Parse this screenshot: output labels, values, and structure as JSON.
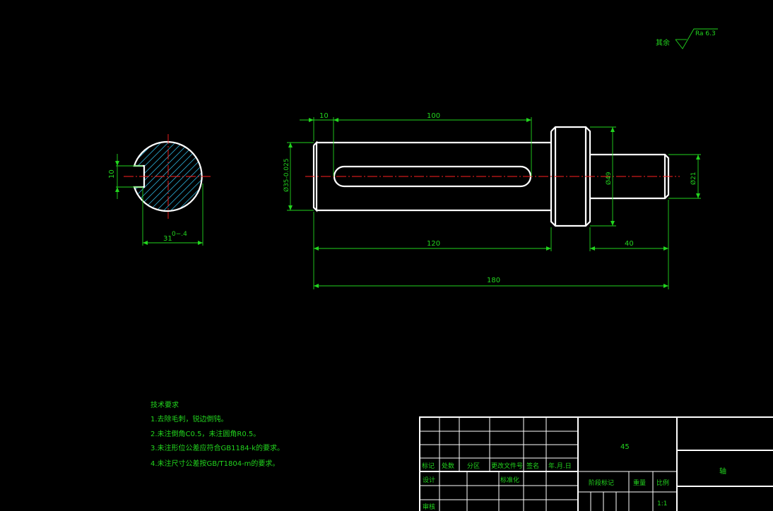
{
  "roughness": {
    "label": "其余",
    "value": "Ra 6.3"
  },
  "section_view": {
    "dim_keyway_depth": "10",
    "dim_width_main": "31",
    "dim_width_tol": "0−.4"
  },
  "shaft_view": {
    "dim_left_offset": "10",
    "dim_keyway_length": "100",
    "dim_dia_main": "Ø35-0.025",
    "dim_dia_collar": "Ø49",
    "dim_dia_small": "Ø21",
    "dim_main_length": "120",
    "dim_small_length": "40",
    "dim_total_length": "180"
  },
  "tech_requirements": {
    "title": "技术要求",
    "items": [
      "1.去除毛刺，锐边倒钝。",
      "2.未注倒角C0.5，未注圆角R0.5。",
      "3.未注形位公差应符合GB1184-k的要求。",
      "4.未注尺寸公差按GB/T1804-m的要求。"
    ]
  },
  "title_block": {
    "material": "45",
    "part_name": "轴",
    "headers": [
      "标记",
      "处数",
      "分区",
      "更改文件号",
      "签名",
      "年.月.日"
    ],
    "design": "设计",
    "standardization": "标准化",
    "review": "审核",
    "stage_mark": "阶段标记",
    "weight": "重量",
    "scale": "比例",
    "scale_value": "1:1"
  },
  "colors": {
    "background": "#000000",
    "object_lines": "#ffffff",
    "dimension_lines": "#22d51e",
    "center_lines": "#ff2020",
    "hatch": "#2aa3c8"
  }
}
